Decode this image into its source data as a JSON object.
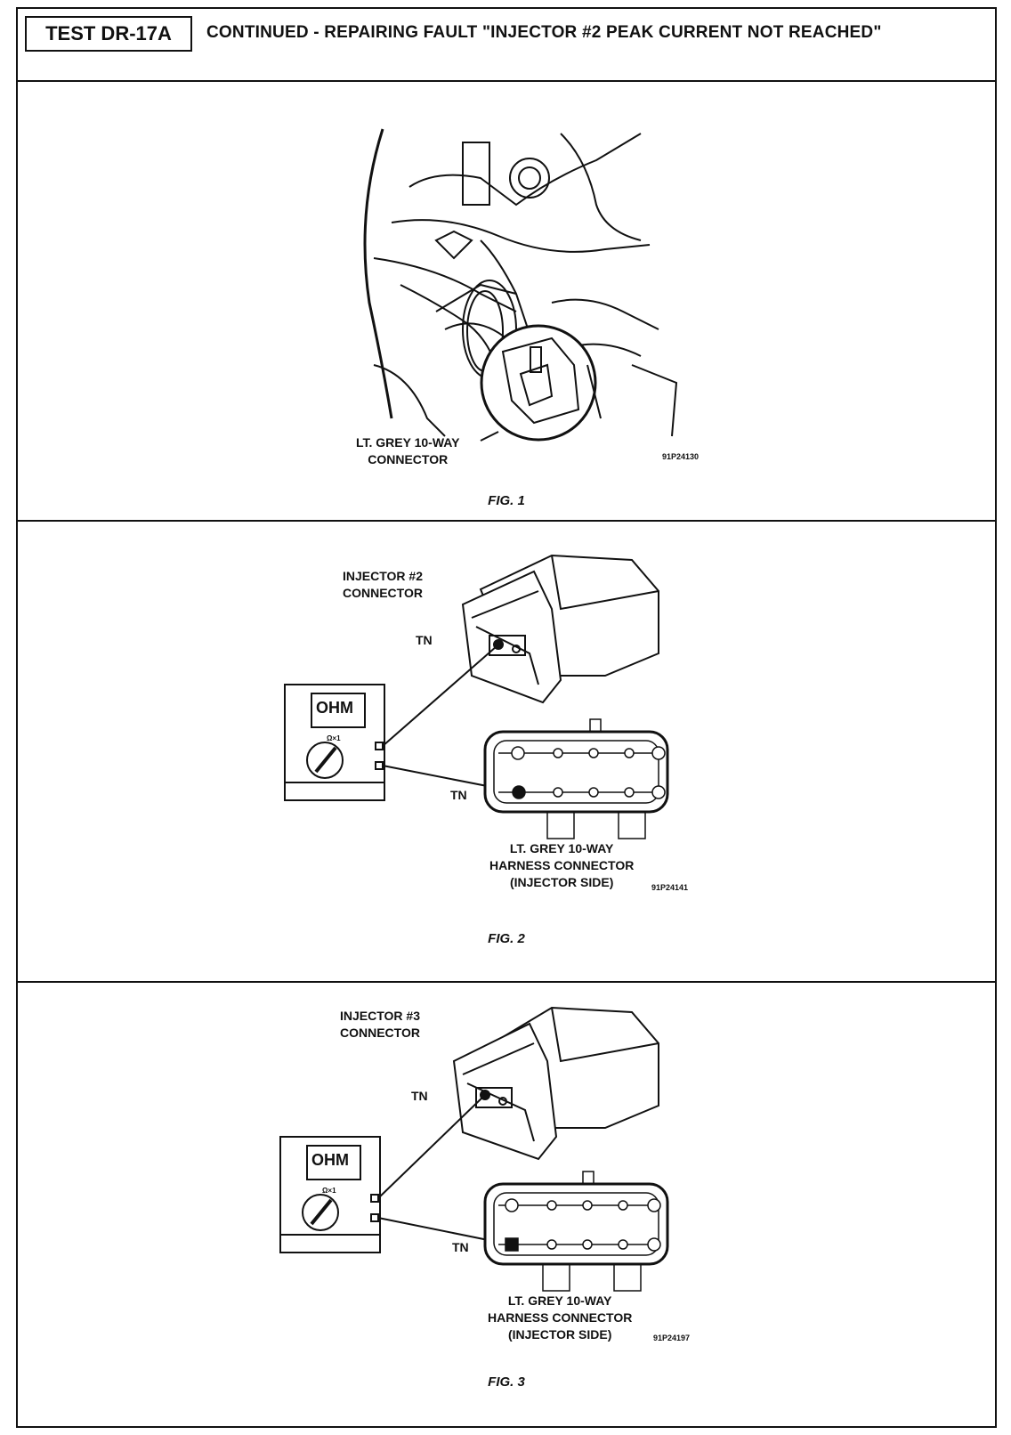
{
  "header": {
    "test_id": "TEST DR-17A",
    "title": "CONTINUED - REPAIRING FAULT \"INJECTOR #2 PEAK CURRENT NOT REACHED\""
  },
  "fig1": {
    "callout": "LT. GREY 10-WAY\nCONNECTOR",
    "code": "91P24130",
    "caption": "FIG. 1"
  },
  "fig2": {
    "injector_label": "INJECTOR #2\nCONNECTOR",
    "terminal_top": "TN",
    "terminal_bottom": "TN",
    "meter_display": "OHM",
    "meter_range": "Ω×1",
    "harness_label": "LT. GREY 10-WAY\nHARNESS CONNECTOR\n(INJECTOR SIDE)",
    "code": "91P24141",
    "caption": "FIG. 2"
  },
  "fig3": {
    "injector_label": "INJECTOR #3\nCONNECTOR",
    "terminal_top": "TN",
    "terminal_bottom": "TN",
    "meter_display": "OHM",
    "meter_range": "Ω×1",
    "harness_label": "LT. GREY 10-WAY\nHARNESS CONNECTOR\n(INJECTOR SIDE)",
    "code": "91P24197",
    "caption": "FIG. 3"
  }
}
